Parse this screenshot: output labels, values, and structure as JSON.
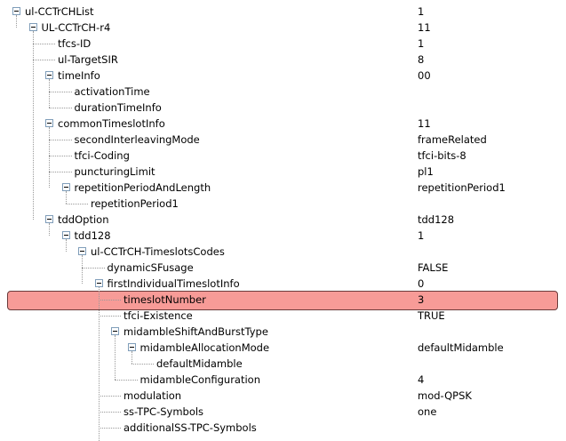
{
  "tree": {
    "rows": [
      {
        "name": "ul-CCTrCHList",
        "value": "1",
        "level": 0,
        "expandable": true
      },
      {
        "name": "UL-CCTrCH-r4",
        "value": "11",
        "level": 1,
        "expandable": true
      },
      {
        "name": "tfcs-ID",
        "value": "1",
        "level": 2,
        "expandable": false
      },
      {
        "name": "ul-TargetSIR",
        "value": "8",
        "level": 2,
        "expandable": false
      },
      {
        "name": "timeInfo",
        "value": "00",
        "level": 2,
        "expandable": true
      },
      {
        "name": "activationTime",
        "value": "",
        "level": 3,
        "expandable": false
      },
      {
        "name": "durationTimeInfo",
        "value": "",
        "level": 3,
        "expandable": false
      },
      {
        "name": "commonTimeslotInfo",
        "value": "11",
        "level": 2,
        "expandable": true
      },
      {
        "name": "secondInterleavingMode",
        "value": "frameRelated",
        "level": 3,
        "expandable": false
      },
      {
        "name": "tfci-Coding",
        "value": "tfci-bits-8",
        "level": 3,
        "expandable": false
      },
      {
        "name": "puncturingLimit",
        "value": "pl1",
        "level": 3,
        "expandable": false
      },
      {
        "name": "repetitionPeriodAndLength",
        "value": "repetitionPeriod1",
        "level": 3,
        "expandable": true
      },
      {
        "name": "repetitionPeriod1",
        "value": "",
        "level": 4,
        "expandable": false
      },
      {
        "name": "tddOption",
        "value": "tdd128",
        "level": 2,
        "expandable": true
      },
      {
        "name": "tdd128",
        "value": "1",
        "level": 3,
        "expandable": true
      },
      {
        "name": "ul-CCTrCH-TimeslotsCodes",
        "value": "",
        "level": 4,
        "expandable": true
      },
      {
        "name": "dynamicSFusage",
        "value": "FALSE",
        "level": 5,
        "expandable": false
      },
      {
        "name": "firstIndividualTimeslotInfo",
        "value": "0",
        "level": 5,
        "expandable": true
      },
      {
        "name": "timeslotNumber",
        "value": "3",
        "level": 6,
        "expandable": false,
        "selected": true
      },
      {
        "name": "tfci-Existence",
        "value": "TRUE",
        "level": 6,
        "expandable": false
      },
      {
        "name": "midambleShiftAndBurstType",
        "value": "",
        "level": 6,
        "expandable": true
      },
      {
        "name": "midambleAllocationMode",
        "value": "defaultMidamble",
        "level": 7,
        "expandable": true
      },
      {
        "name": "defaultMidamble",
        "value": "",
        "level": 8,
        "expandable": false
      },
      {
        "name": "midambleConfiguration",
        "value": "4",
        "level": 7,
        "expandable": false
      },
      {
        "name": "modulation",
        "value": "mod-QPSK",
        "level": 6,
        "expandable": false
      },
      {
        "name": "ss-TPC-Symbols",
        "value": "one",
        "level": 6,
        "expandable": false
      },
      {
        "name": "additionalSS-TPC-Symbols",
        "value": "",
        "level": 6,
        "expandable": false
      }
    ]
  }
}
